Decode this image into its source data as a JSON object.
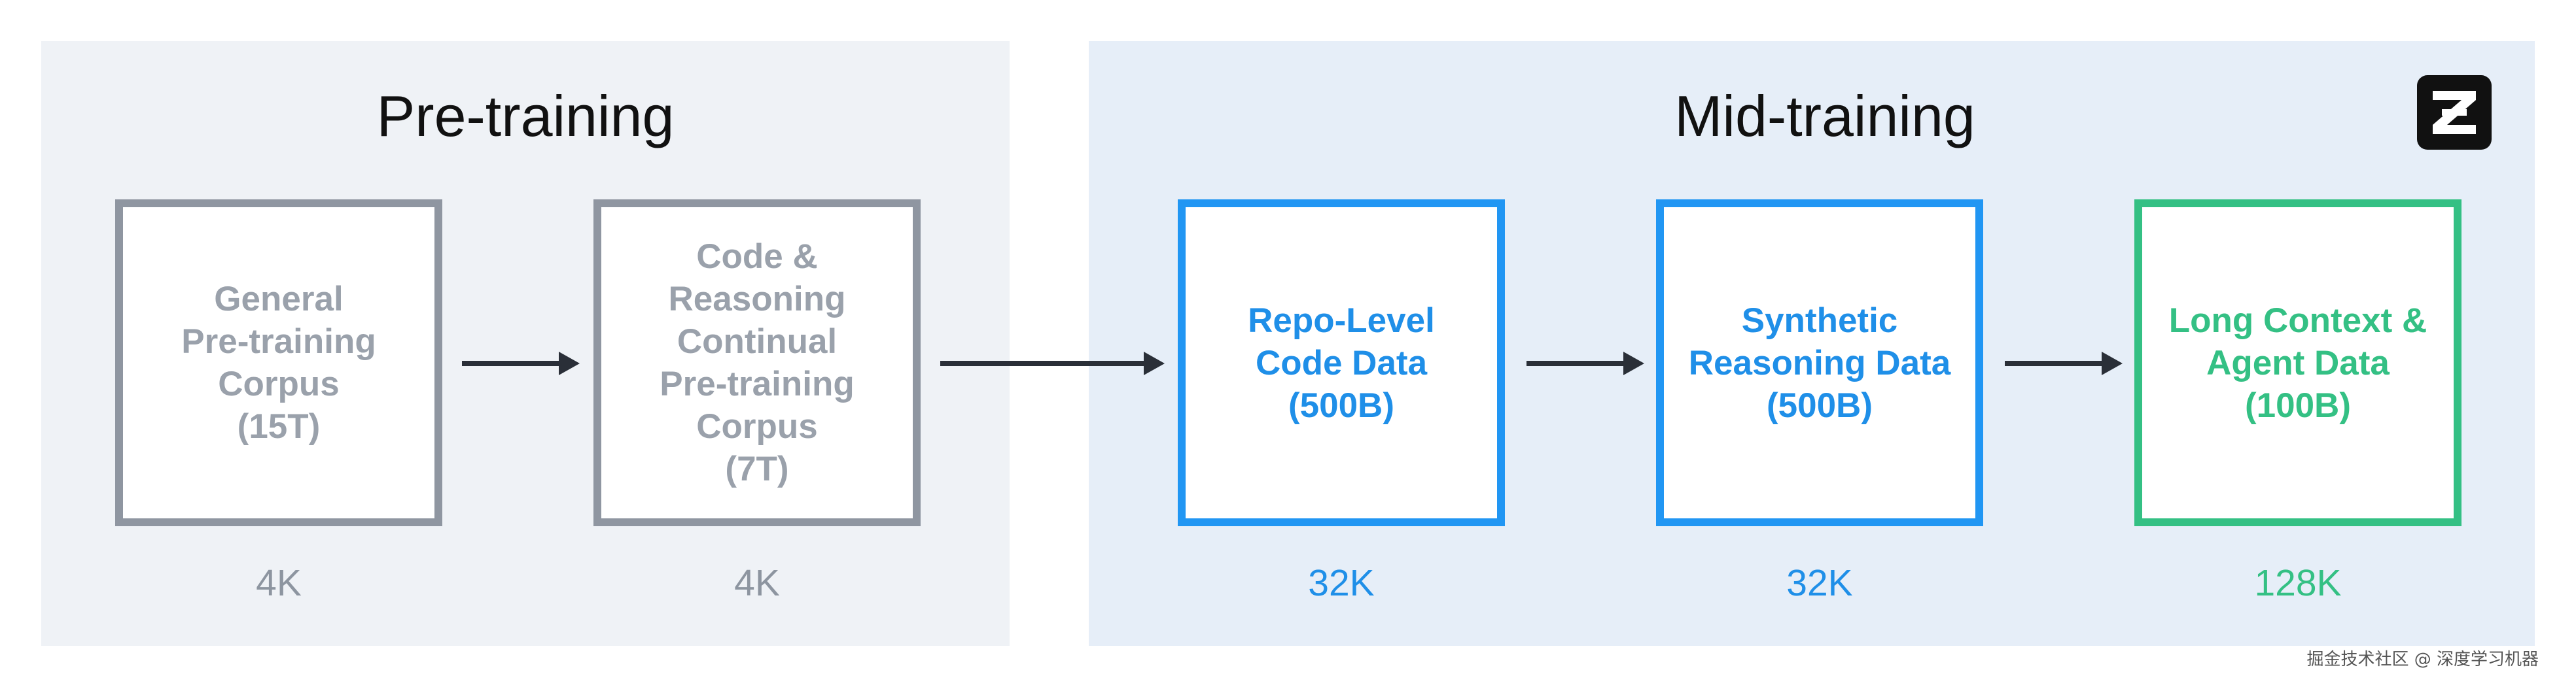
{
  "phases": {
    "pre_training": {
      "title": "Pre-training",
      "stages": [
        {
          "lines": [
            "General",
            "Pre-training",
            "Corpus",
            "(15T)"
          ],
          "context": "4K"
        },
        {
          "lines": [
            "Code &",
            "Reasoning",
            "Continual",
            "Pre-training",
            "Corpus",
            "(7T)"
          ],
          "context": "4K"
        }
      ]
    },
    "mid_training": {
      "title": "Mid-training",
      "stages": [
        {
          "lines": [
            "Repo-Level",
            "Code Data",
            "(500B)"
          ],
          "context": "32K"
        },
        {
          "lines": [
            "Synthetic",
            "Reasoning Data",
            "(500B)"
          ],
          "context": "32K"
        },
        {
          "lines": [
            "Long Context &",
            "Agent Data",
            "(100B)"
          ],
          "context": "128K"
        }
      ]
    }
  },
  "logo": {
    "icon": "z-logo-icon"
  },
  "watermark": "掘金技术社区 @ 深度学习机器",
  "colors": {
    "gray": "#8f96a1",
    "blue": "#2196f3",
    "green": "#34c084",
    "arrow": "#2a2f38"
  }
}
